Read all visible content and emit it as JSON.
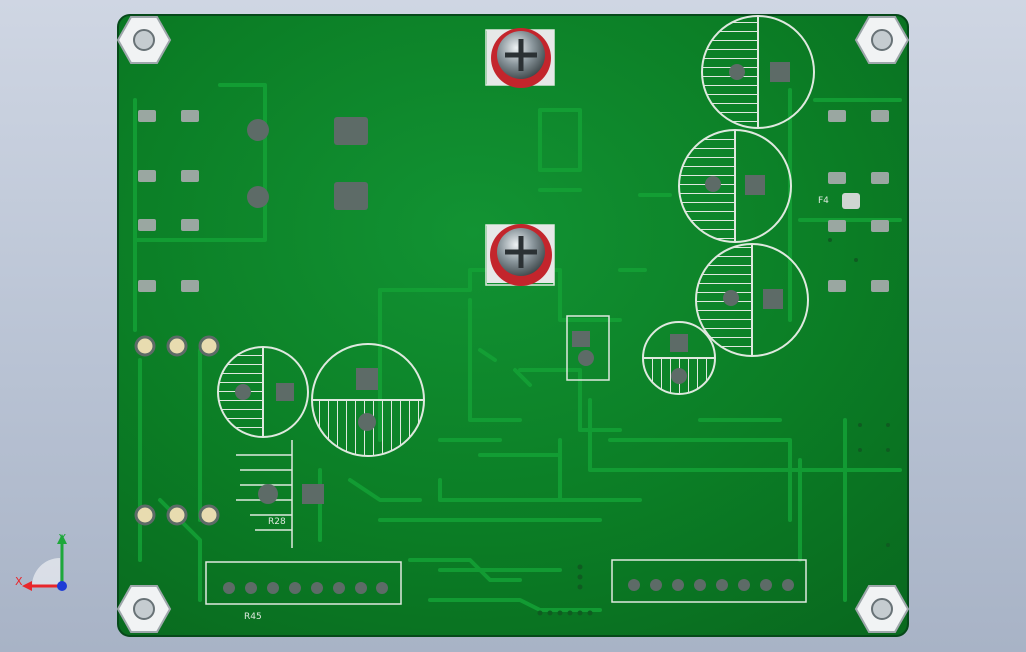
{
  "viewport": {
    "board": {
      "silkscreen_labels": [
        "R28",
        "R45",
        "F4"
      ]
    },
    "triad": {
      "x_label": "X",
      "y_label": "Y"
    }
  },
  "colors": {
    "background_top": "#cfd6e3",
    "background_bottom": "#a8b3c6",
    "board": "#0b7d25",
    "board_dark": "#075d1a",
    "trace": "#12962f",
    "silkscreen": "#dfe9df",
    "pad": "#9aa7a1",
    "triad_x": "#e8262b",
    "triad_y": "#1ea83b",
    "triad_z": "#1e3cd6"
  }
}
